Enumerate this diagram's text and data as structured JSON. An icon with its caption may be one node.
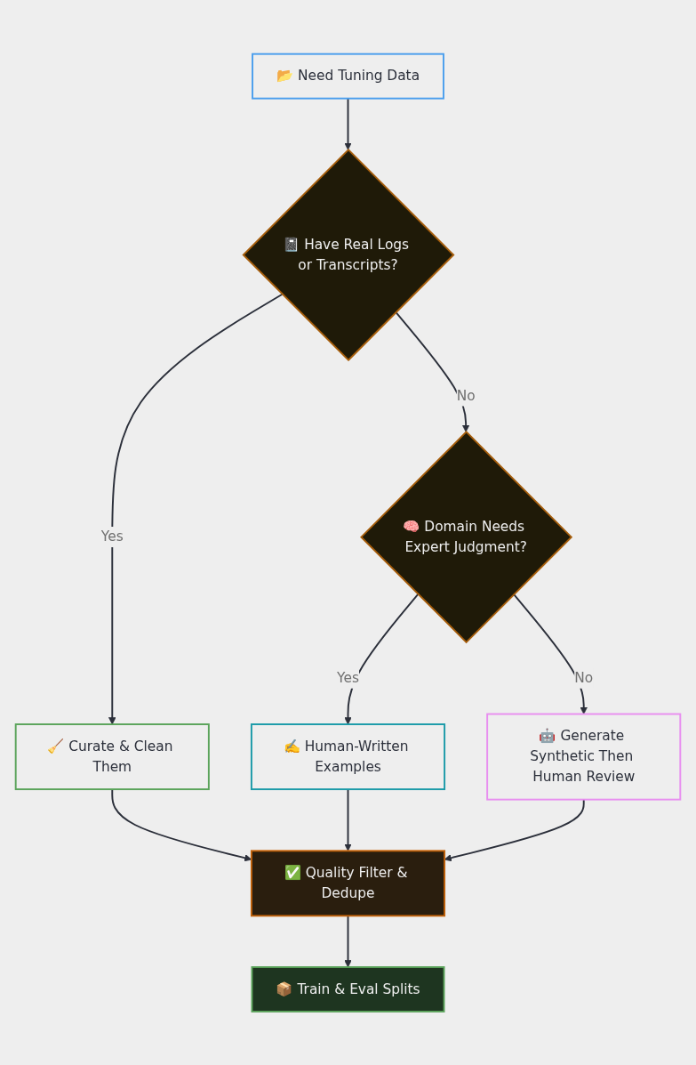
{
  "diagram": {
    "nodes": [
      {
        "text": [
          "📂 Need Tuning Data"
        ]
      },
      {
        "text": [
          "📓 Have Real Logs or Transcripts?"
        ]
      },
      {
        "text": [
          "🧠 Domain Needs Expert Judgment?"
        ]
      },
      {
        "text": [
          "🧹 Curate & Clean Them"
        ]
      },
      {
        "text": [
          "✍️ Human-Written Examples"
        ]
      },
      {
        "text": [
          "🤖 Generate Synthetic Then Human Review"
        ]
      },
      {
        "text": [
          "✅ Quality Filter & Dedupe"
        ]
      },
      {
        "text": [
          "📦 Train & Eval Splits"
        ]
      }
    ],
    "edges": [
      {
        "from": 0,
        "to": 1,
        "arrow": "to"
      },
      {
        "from": 1,
        "to": 3,
        "arrow": "to",
        "label": "Yes"
      },
      {
        "from": 1,
        "to": 2,
        "arrow": "to",
        "label": "No"
      },
      {
        "from": 2,
        "to": 4,
        "arrow": "to",
        "label": "Yes"
      },
      {
        "from": 2,
        "to": 5,
        "arrow": "to",
        "label": "No"
      },
      {
        "from": 3,
        "to": 6,
        "arrow": "to"
      },
      {
        "from": 4,
        "to": 6,
        "arrow": "to"
      },
      {
        "from": 5,
        "to": 6,
        "arrow": "to"
      },
      {
        "from": 6,
        "to": 7,
        "arrow": "to"
      }
    ]
  }
}
